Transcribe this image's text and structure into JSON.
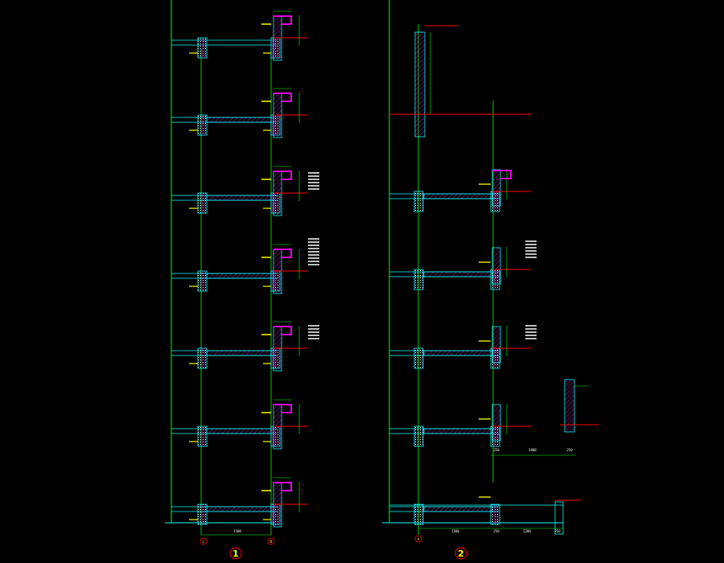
{
  "colors": {
    "background": "#000000",
    "grid_line": "#00ff00",
    "slab_outline": "#00ffff",
    "level_line": "#ff0000",
    "dimension": "#ffffff",
    "dimension_line": "#00ff00",
    "hatch": "#ff00ff",
    "column_text": "#ffffff",
    "annotation": "#ffff00",
    "bubble": "#ff0000"
  },
  "section_1": {
    "bubble_number": "1",
    "axis_left": "C",
    "axis_right": "B",
    "bottom_span": "1500"
  },
  "section_2": {
    "bubble_number": "2",
    "axis_left": "A",
    "bottom_span_1": "1500",
    "bottom_span_2": "250",
    "bottom_span_3": "1200",
    "bottom_span_4": "250",
    "mid_span_1": "250",
    "mid_span_2": "1600",
    "mid_span_3": "250"
  },
  "icons": {
    "section_marker": "section-bubble-icon"
  }
}
